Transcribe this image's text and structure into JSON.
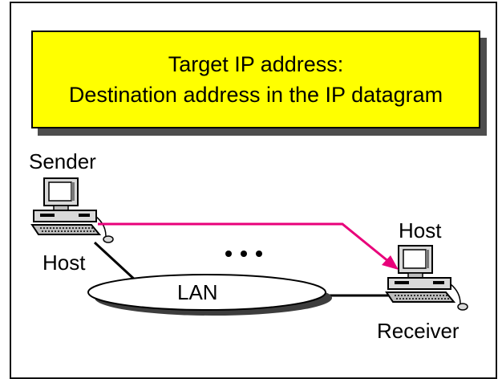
{
  "banner": {
    "line1": "Target IP address:",
    "line2": "Destination address in the IP datagram"
  },
  "sender": {
    "label": "Sender",
    "host_label": "Host"
  },
  "receiver": {
    "label": "Receiver",
    "host_label": "Host"
  },
  "network": {
    "label": "LAN",
    "ellipsis": "• • •"
  },
  "colors": {
    "banner_fill": "#ffff00",
    "arrow": "#e8007a",
    "lan_fill": "#ffffff",
    "shadow": "#4d4d4d"
  }
}
